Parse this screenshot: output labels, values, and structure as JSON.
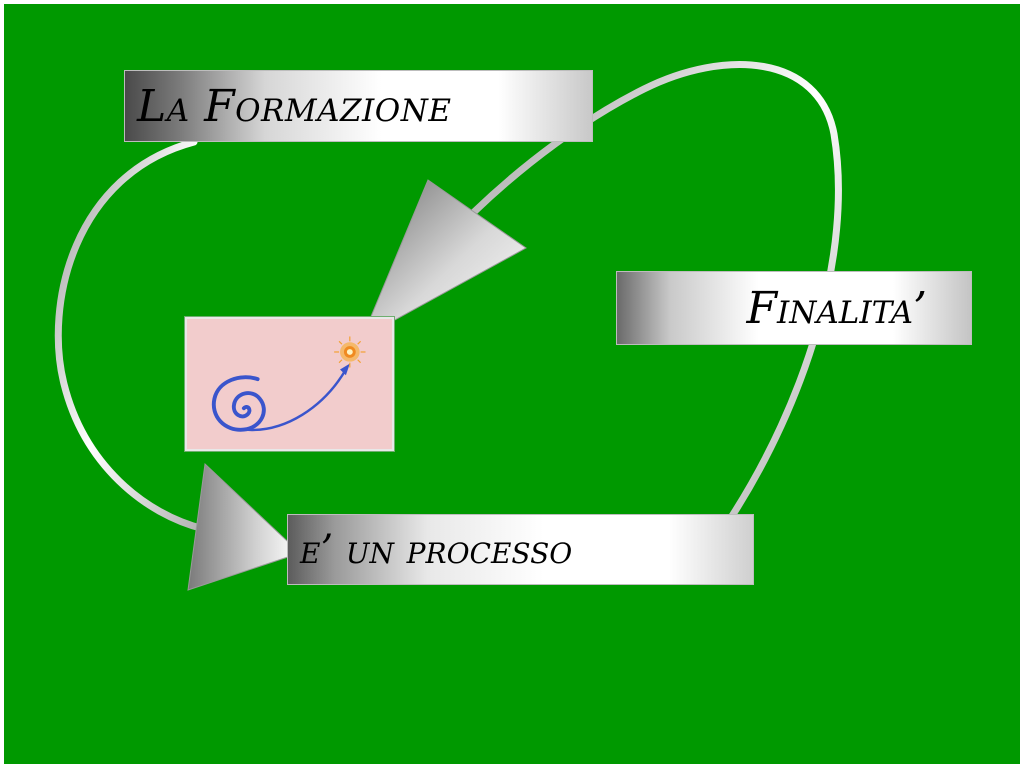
{
  "diagram": {
    "nodes": [
      {
        "id": "formazione",
        "label": "La Formazione"
      },
      {
        "id": "finalita",
        "label": "Finalita’"
      },
      {
        "id": "processo",
        "label": "e’ un processo"
      }
    ],
    "colors": {
      "background": "#009900",
      "loop": "#d0d0d0",
      "arrow_dark": "#8a8a8a",
      "arrow_light": "#ffffff"
    },
    "picture": {
      "description_icon": "spiral-to-sun-icon",
      "background": "#f2cccc",
      "spiral_color": "#3a55cc",
      "sun_color": "#f08a20"
    }
  }
}
